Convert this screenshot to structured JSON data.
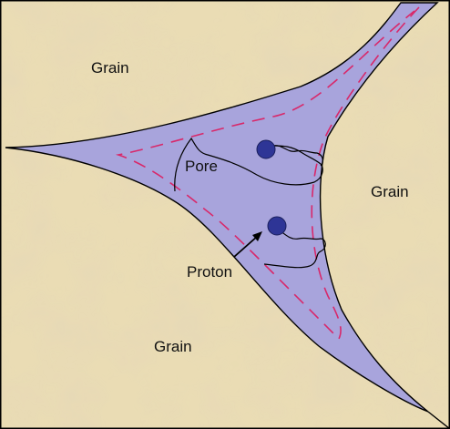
{
  "labels": {
    "grain_top_left": "Grain",
    "grain_right": "Grain",
    "grain_bottom": "Grain",
    "pore": "Pore",
    "proton": "Proton"
  },
  "colors": {
    "grain_background": "#eadcb4",
    "pore_fill": "#a8a4dc",
    "dashed_line": "#d8286a",
    "proton": "#2e3596",
    "outline": "#000000"
  }
}
